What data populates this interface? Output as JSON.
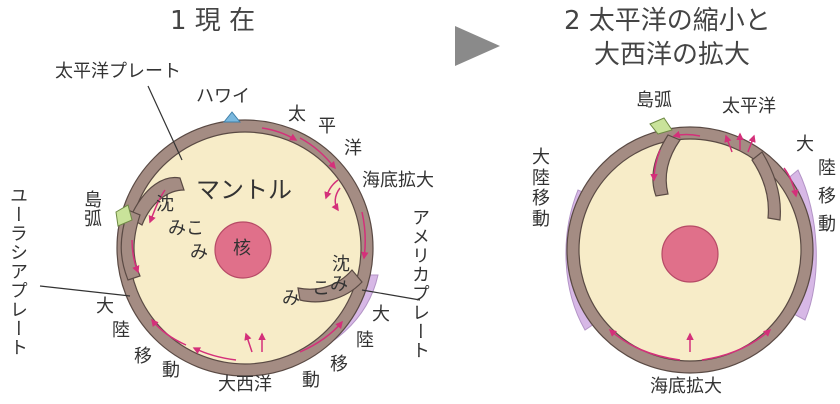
{
  "left": {
    "title": "1 現 在",
    "labels": {
      "pacific_plate": "太平洋プレート",
      "hawaii": "ハワイ",
      "pacific_ocean": [
        "太",
        "平",
        "洋"
      ],
      "seafloor_spreading": "海底拡大",
      "island_arc": "島弧",
      "mantle": "マントル",
      "core": "核",
      "subduction_left": [
        "沈",
        "みこ",
        "み"
      ],
      "subduction_right": [
        "沈",
        "み",
        "こ",
        "み"
      ],
      "eurasian_plate": "ユーラシアプレート",
      "american_plate": "アメリカプレート",
      "continent_move_left": [
        "大",
        "陸",
        "移",
        "動"
      ],
      "continent_move_right": [
        "大",
        "陸",
        "移",
        "動"
      ],
      "atlantic": "大西洋"
    }
  },
  "right": {
    "title_line1": "2 太平洋の縮小と",
    "title_line2": "大西洋の拡大",
    "labels": {
      "island_arc": "島弧",
      "pacific_ocean": "太平洋",
      "continent_move_left": [
        "大",
        "陸",
        "移",
        "動"
      ],
      "continent_move_right": [
        "大",
        "陸",
        "移",
        "動"
      ],
      "seafloor_spreading": "海底拡大"
    }
  },
  "colors": {
    "mantle": "#f7ecc8",
    "crust": "#a48c83",
    "core": "#e0708a",
    "continent": "#d7b8e6",
    "island_arc": "#c9e39a",
    "hawaii": "#7ab8de",
    "arrow": "#d4307a",
    "arrow_triangle": "#8a8a8a"
  }
}
